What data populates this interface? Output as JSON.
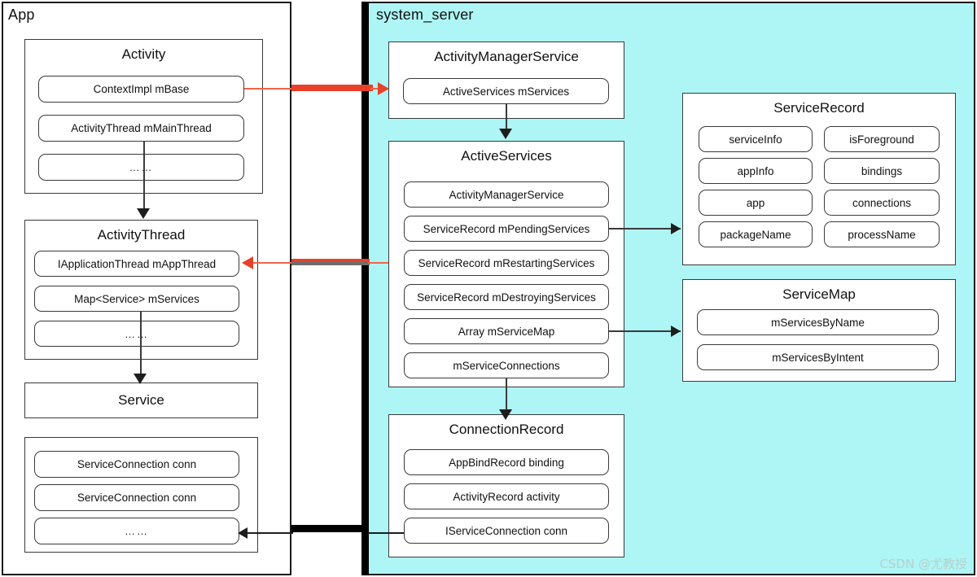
{
  "app_panel": {
    "title": "App",
    "activity": {
      "title": "Activity",
      "fields": [
        {
          "label": "ContextImpl mBase"
        },
        {
          "label": "ActivityThread mMainThread"
        },
        {
          "label": "……"
        }
      ]
    },
    "activity_thread": {
      "title": "ActivityThread",
      "fields": [
        {
          "label": "IApplicationThread mAppThread"
        },
        {
          "label": "Map<Service> mServices"
        },
        {
          "label": "……"
        }
      ]
    },
    "service": {
      "title": "Service"
    },
    "connections": {
      "fields": [
        {
          "label": "ServiceConnection conn"
        },
        {
          "label": "ServiceConnection conn"
        },
        {
          "label": "……"
        }
      ]
    }
  },
  "server_panel": {
    "title": "system_server",
    "activity_manager_service": {
      "title": "ActivityManagerService",
      "fields": [
        {
          "label": "ActiveServices mServices"
        }
      ]
    },
    "active_services": {
      "title": "ActiveServices",
      "fields": [
        {
          "label": "ActivityManagerService"
        },
        {
          "label": "ServiceRecord mPendingServices"
        },
        {
          "label": "ServiceRecord mRestartingServices"
        },
        {
          "label": "ServiceRecord mDestroyingServices"
        },
        {
          "label": "Array mServiceMap"
        },
        {
          "label": "mServiceConnections"
        }
      ]
    },
    "connection_record": {
      "title": "ConnectionRecord",
      "fields": [
        {
          "label": "AppBindRecord binding"
        },
        {
          "label": "ActivityRecord activity"
        },
        {
          "label": "IServiceConnection conn"
        }
      ]
    },
    "service_record": {
      "title": "ServiceRecord",
      "fields_left": [
        {
          "label": "serviceInfo"
        },
        {
          "label": "appInfo"
        },
        {
          "label": "app"
        },
        {
          "label": "packageName"
        }
      ],
      "fields_right": [
        {
          "label": "isForeground"
        },
        {
          "label": "bindings"
        },
        {
          "label": "connections"
        },
        {
          "label": "processName"
        }
      ]
    },
    "service_map": {
      "title": "ServiceMap",
      "fields": [
        {
          "label": "mServicesByName"
        },
        {
          "label": "mServicesByIntent"
        }
      ]
    }
  },
  "watermark": {
    "text": "CSDN @尤教授"
  },
  "colors": {
    "server_background": "#aef6f5",
    "red_connector": "#e8412a",
    "stroke": "#3a3a3a",
    "panel_border": "#1a1a1a"
  }
}
